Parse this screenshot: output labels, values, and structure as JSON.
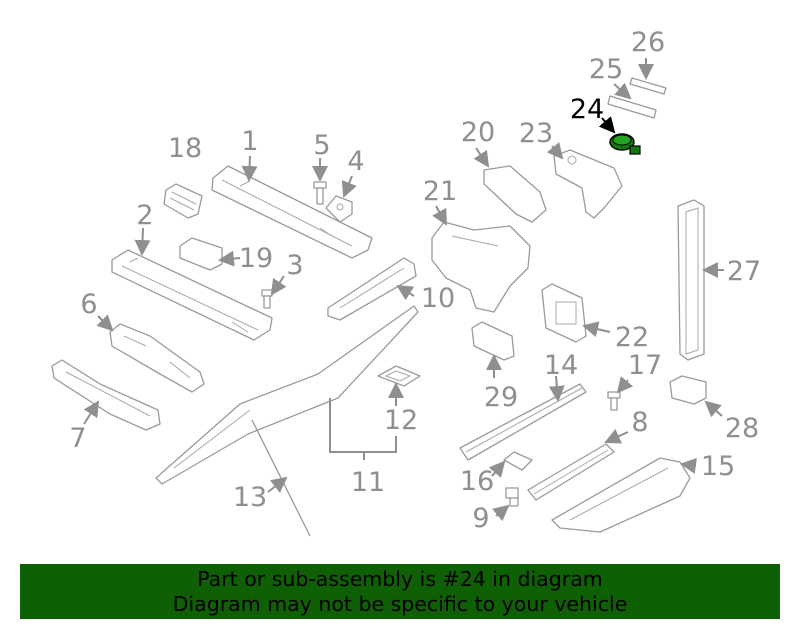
{
  "diagram": {
    "highlight_color": "#0f7a0b",
    "highlighted_label": "24",
    "labels": [
      "1",
      "2",
      "3",
      "4",
      "5",
      "6",
      "7",
      "8",
      "9",
      "10",
      "11",
      "12",
      "13",
      "14",
      "15",
      "16",
      "17",
      "18",
      "19",
      "20",
      "21",
      "22",
      "23",
      "24",
      "25",
      "26",
      "27",
      "28",
      "29"
    ]
  },
  "banner": {
    "line1": "Part or sub-assembly is #24 in diagram",
    "line2": "Diagram may not be specific to your vehicle",
    "background": "#0f5f04"
  }
}
